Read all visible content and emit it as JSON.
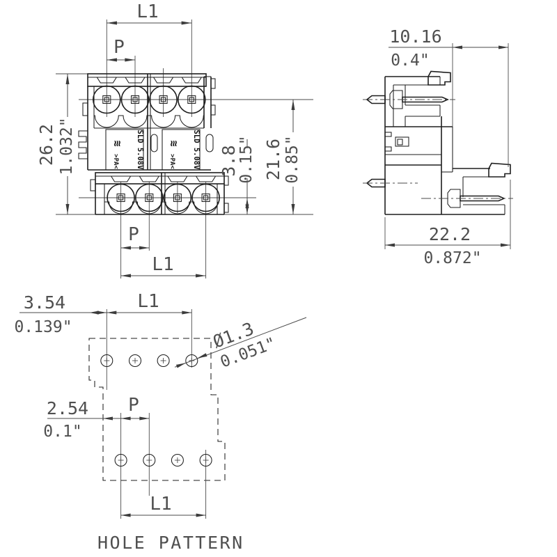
{
  "colors": {
    "line": "#1e1e1e",
    "dim_line": "#4a4a4a",
    "dim_text": "#4f4f4f",
    "background": "#ffffff"
  },
  "markings": {
    "product": "SLD 5.08V",
    "material": ">PA<",
    "logo_glyph": "≋"
  },
  "front_view": {
    "dim_l1_top": "L1",
    "dim_p_top": "P",
    "dim_height_mm": "26.2",
    "dim_height_in": "1.032\"",
    "dim_row_offset_mm": "3.8",
    "dim_row_offset_in": "0.15\"",
    "dim_upper_row_mm": "21.6",
    "dim_upper_row_in": "0.85\"",
    "dim_p_bottom": "P",
    "dim_l1_bottom": "L1"
  },
  "side_view": {
    "dim_row_pitch_mm": "10.16",
    "dim_row_pitch_in": "0.4\"",
    "dim_depth_mm": "22.2",
    "dim_depth_in": "0.872\""
  },
  "hole_pattern": {
    "title": "HOLE PATTERN",
    "dim_edge_mm": "3.54",
    "dim_edge_in": "0.139\"",
    "dim_l1_top": "L1",
    "dim_hole_dia_mm": "Ø1.3",
    "dim_hole_dia_in": "0.051\"",
    "dim_row_offset_mm": "2.54",
    "dim_row_offset_in": "0.1\"",
    "dim_p": "P",
    "dim_l1_bottom": "L1"
  }
}
